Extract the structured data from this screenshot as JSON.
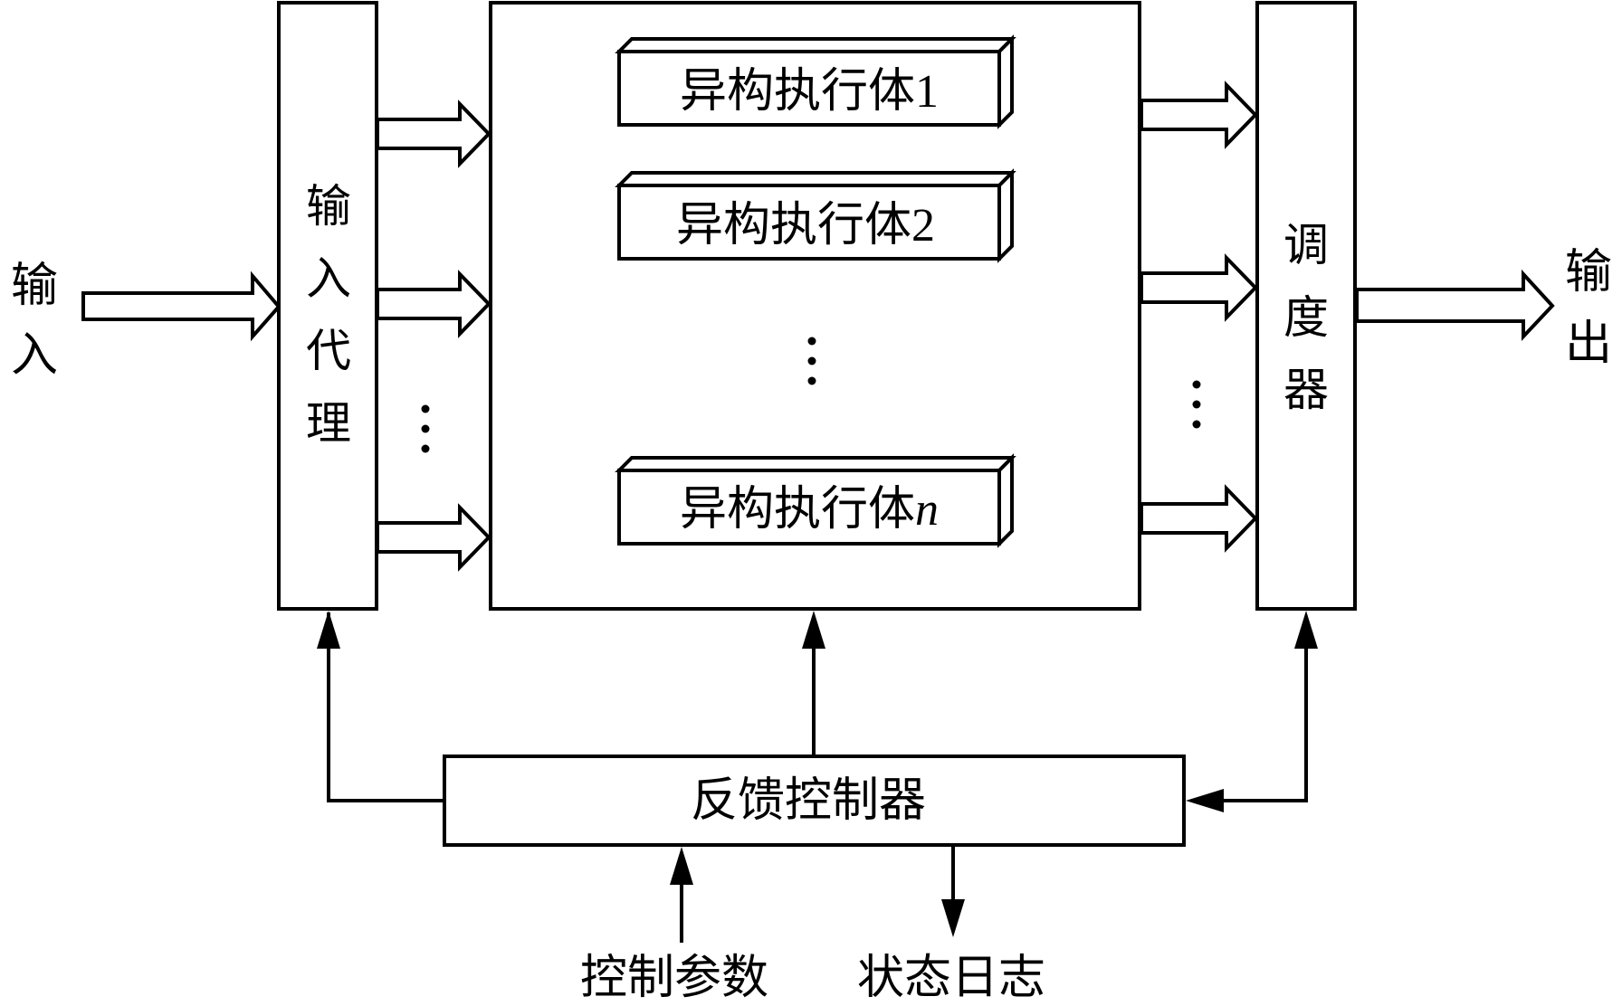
{
  "input_label_chars": [
    "输",
    "入"
  ],
  "output_label_chars": [
    "输",
    "出"
  ],
  "input_proxy": {
    "label_chars": [
      "输",
      "入",
      "代",
      "理"
    ]
  },
  "scheduler": {
    "label_chars": [
      "调",
      "度",
      "器"
    ]
  },
  "executors": [
    {
      "label": "异构执行体",
      "suffix": "1",
      "suffix_italic": false
    },
    {
      "label": "异构执行体",
      "suffix": "2",
      "suffix_italic": false
    },
    {
      "label": "异构执行体",
      "suffix": "n",
      "suffix_italic": true
    }
  ],
  "feedback_controller": {
    "label": "反馈控制器"
  },
  "control_params_label": "控制参数",
  "status_log_label": "状态日志",
  "colors": {
    "stroke": "#000000",
    "fill": "#ffffff"
  }
}
